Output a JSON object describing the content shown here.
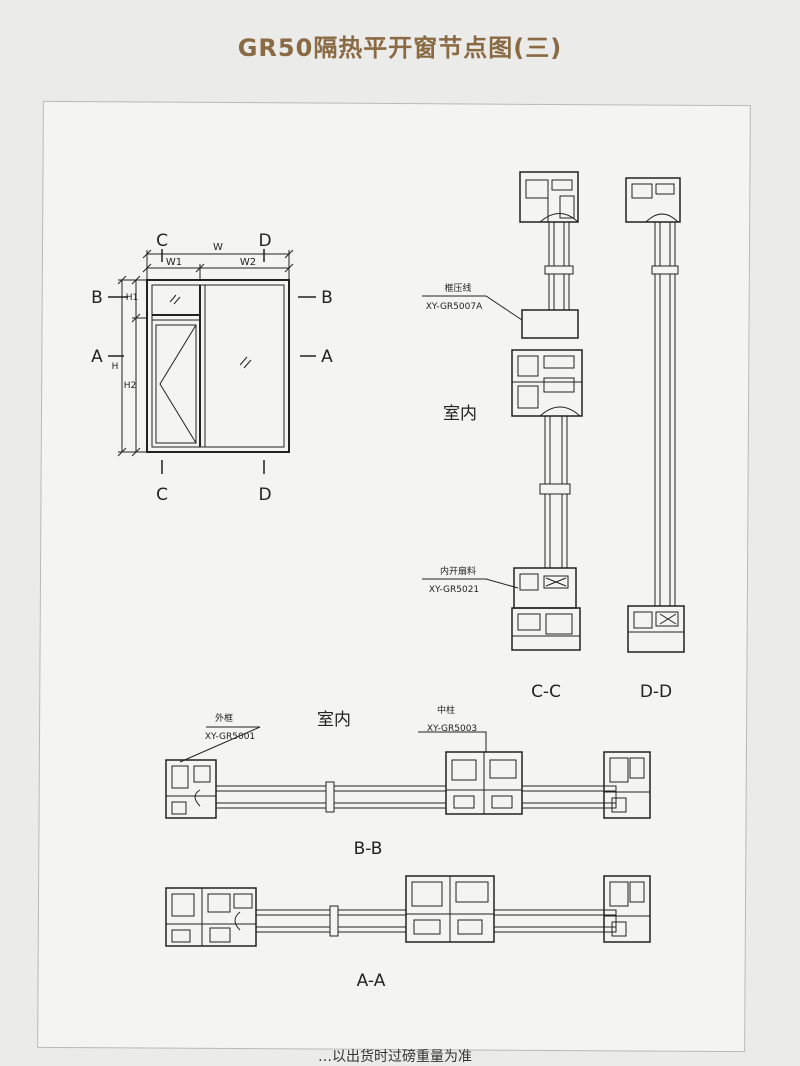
{
  "title": "GR50隔热平开窗节点图(三)",
  "elevation": {
    "dimensions": {
      "w": "W",
      "w1": "W1",
      "w2": "W2",
      "h": "H",
      "h1": "H1",
      "h2": "H2"
    },
    "section_marks": {
      "a": "A",
      "b": "B",
      "c": "C",
      "d": "D"
    }
  },
  "sections": {
    "cc": {
      "label": "C-C",
      "interior": "室内",
      "callouts": [
        {
          "name": "框压线",
          "code": "XY-GR5007A"
        },
        {
          "name": "内开扇料",
          "code": "XY-GR5021"
        }
      ]
    },
    "dd": {
      "label": "D-D"
    },
    "bb": {
      "label": "B-B",
      "interior": "室内",
      "callouts": [
        {
          "name": "外框",
          "code": "XY-GR5001"
        },
        {
          "name": "中柱",
          "code": "XY-GR5003"
        }
      ]
    },
    "aa": {
      "label": "A-A"
    }
  },
  "footnote": "…以出货时过磅重量为准",
  "colors": {
    "title": "#8a6a43",
    "line": "#222222",
    "page": "#f4f4f3"
  }
}
